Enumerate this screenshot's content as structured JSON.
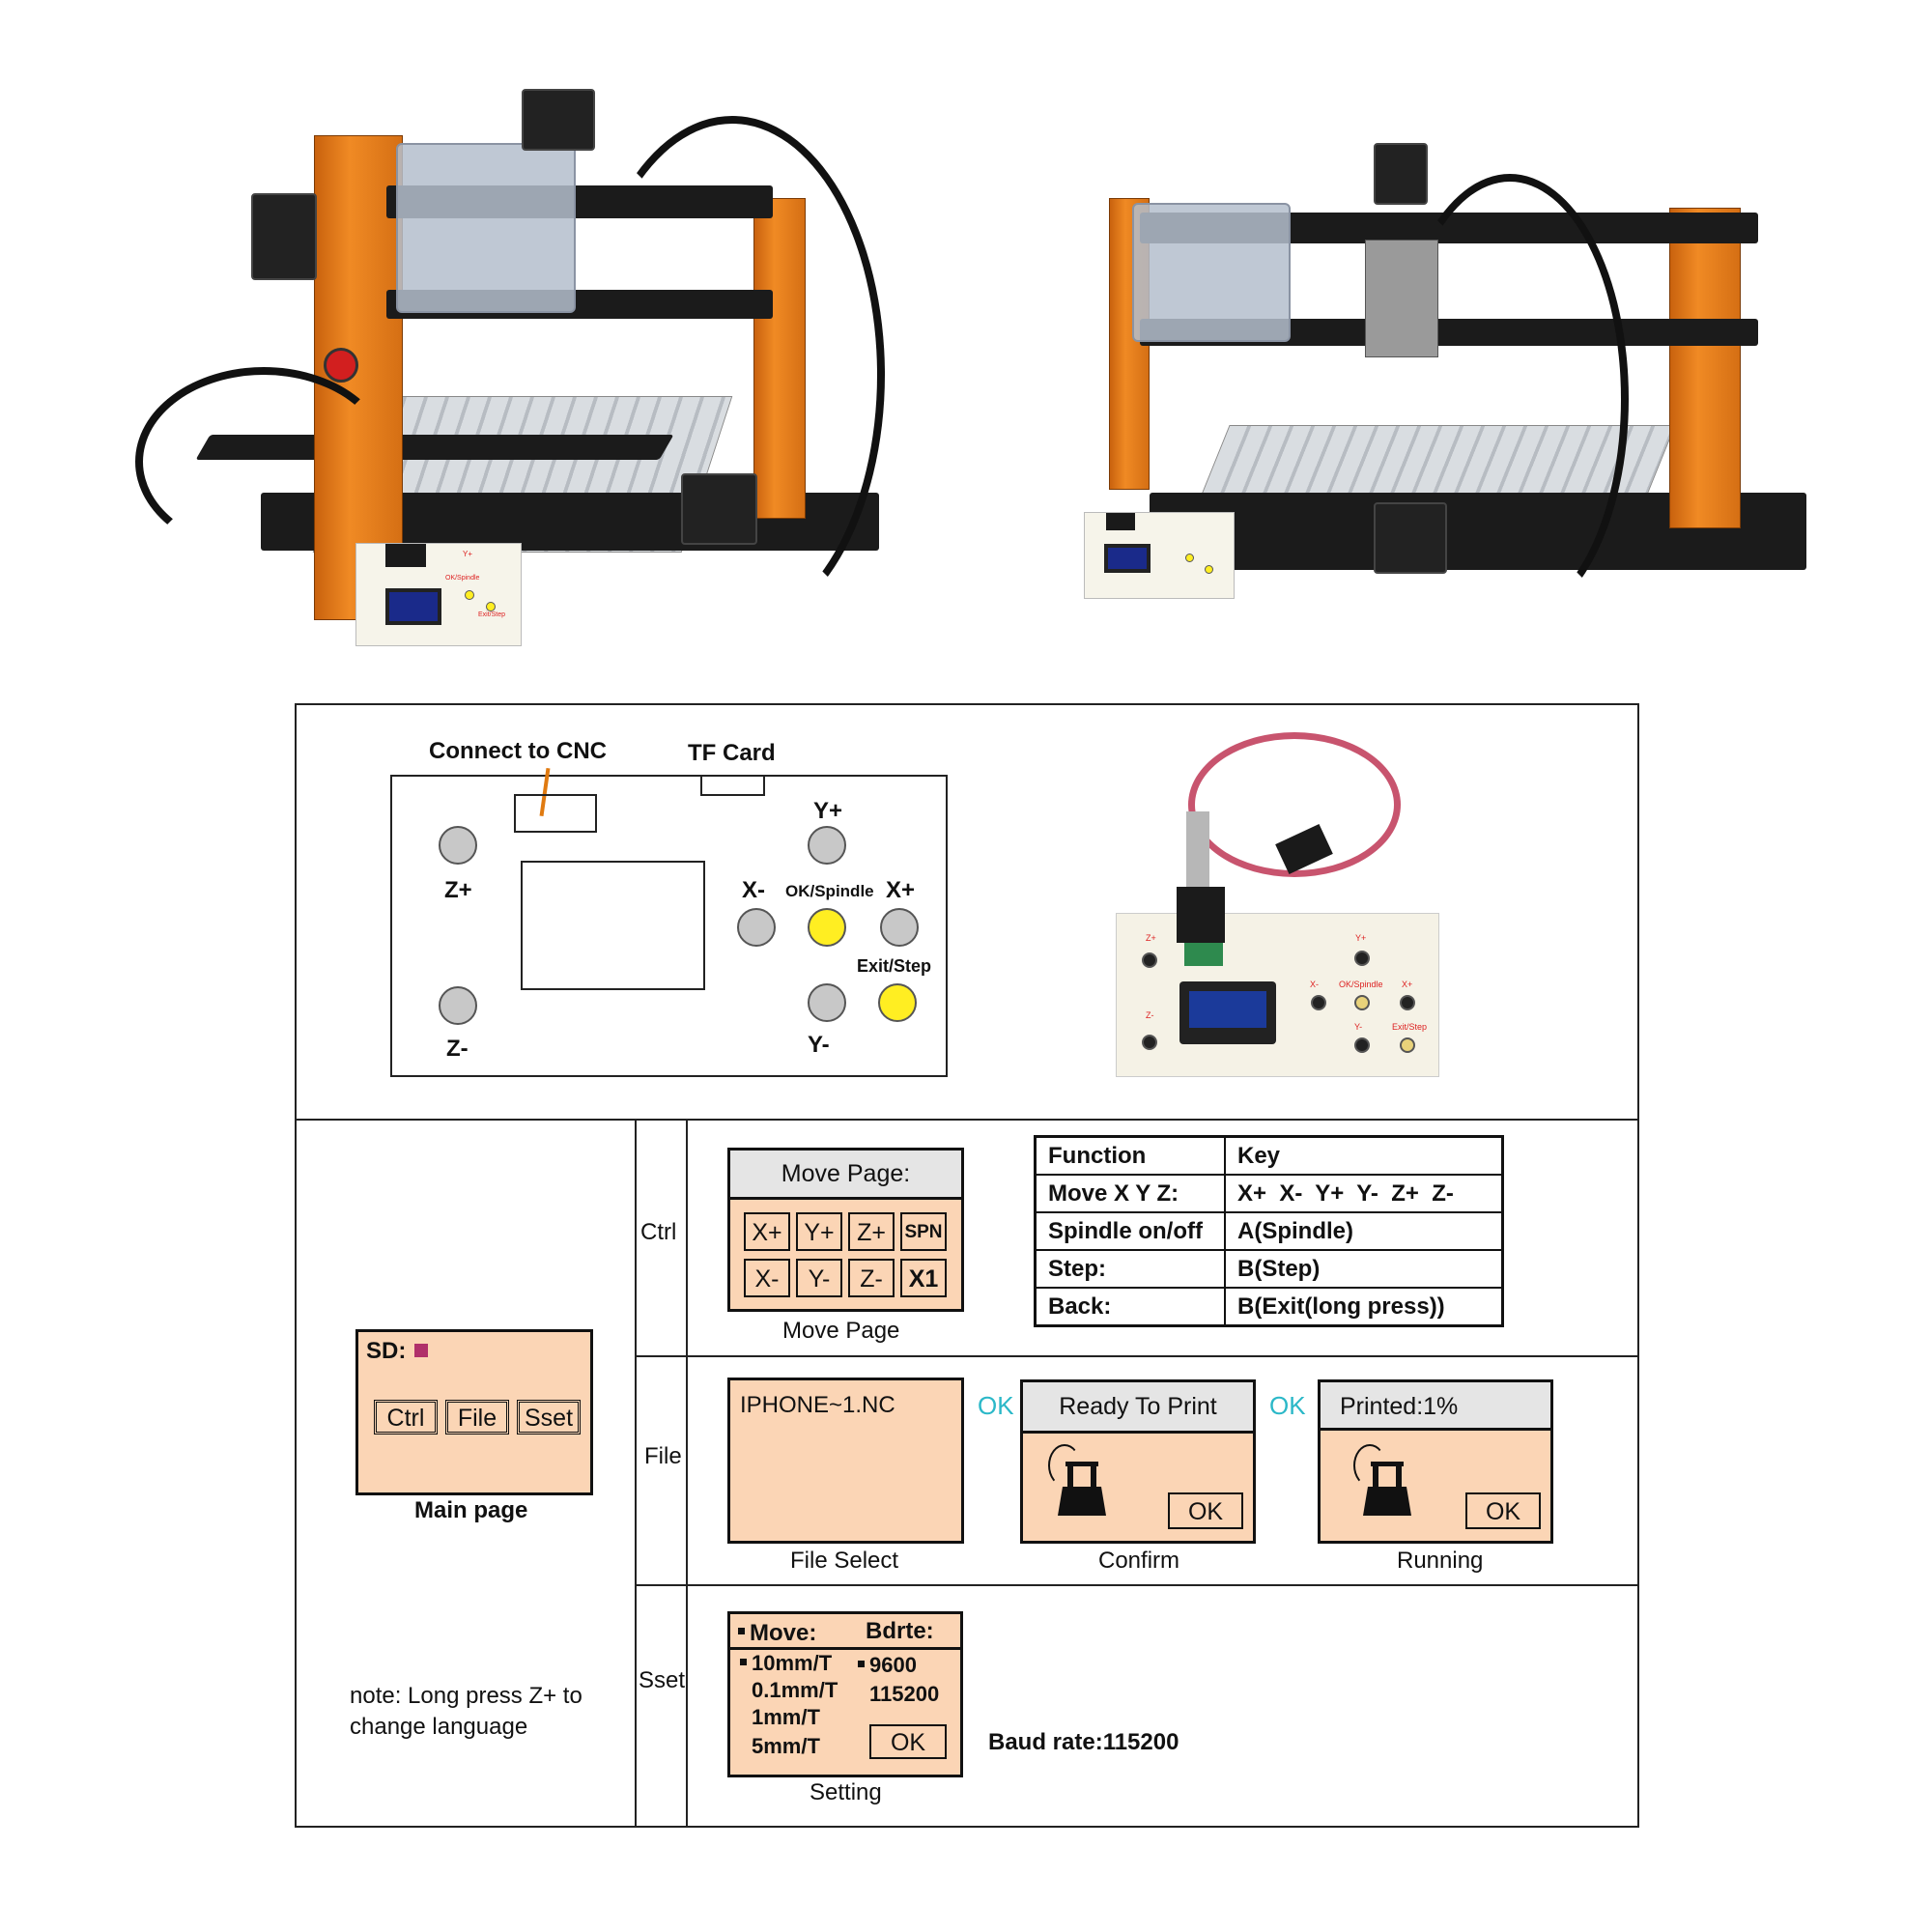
{
  "diagram": {
    "connect_label": "Connect to CNC",
    "tf_label": "TF Card",
    "buttons": {
      "z_plus": "Z+",
      "z_minus": "Z-",
      "y_plus": "Y+",
      "y_minus": "Y-",
      "x_minus": "X-",
      "x_plus": "X+",
      "ok_spindle": "OK/Spindle",
      "exit_step": "Exit/Step"
    }
  },
  "photo_pendant": {
    "z_plus": "Z+",
    "z_minus": "Z-",
    "y_plus": "Y+",
    "y_minus": "Y-",
    "x_minus": "X-",
    "x_plus": "X+",
    "ok_spindle": "OK/Spindle",
    "exit_step": "Exit/Step"
  },
  "main_page": {
    "sd_label": "SD:",
    "buttons": [
      "Ctrl",
      "File",
      "Sset"
    ],
    "caption": "Main page",
    "note_line1": "note: Long press Z+ to",
    "note_line2": "change language"
  },
  "rows": {
    "ctrl": "Ctrl",
    "file": "File",
    "sset": "Sset"
  },
  "move_page": {
    "title": "Move Page:",
    "keys_row1": [
      "X+",
      "Y+",
      "Z+",
      "SPN"
    ],
    "keys_row2": [
      "X-",
      "Y-",
      "Z-",
      "X1"
    ],
    "caption": "Move Page"
  },
  "function_table": {
    "headers": [
      "Function",
      "Key"
    ],
    "rows": [
      [
        "Move X Y Z:",
        "X+  X-  Y+  Y-  Z+  Z-"
      ],
      [
        "Spindle on/off",
        "A(Spindle)"
      ],
      [
        "Step:",
        "B(Step)"
      ],
      [
        "Back:",
        "B(Exit(long press))"
      ]
    ]
  },
  "file_flow": {
    "file_name": "IPHONE~1.NC",
    "file_caption": "File Select",
    "ok1": "OK",
    "confirm_title": "Ready To Print",
    "confirm_ok": "OK",
    "confirm_caption": "Confirm",
    "ok2": "OK",
    "running_title": "Printed:1%",
    "running_ok": "OK",
    "running_caption": "Running"
  },
  "setting": {
    "move_label": "Move:",
    "bdrte_label": "Bdrte:",
    "steps": [
      "10mm/T",
      "0.1mm/T",
      "1mm/T",
      "5mm/T"
    ],
    "bauds": [
      "9600",
      "115200"
    ],
    "ok": "OK",
    "caption": "Setting",
    "baud_note": "Baud rate:115200"
  },
  "colors": {
    "panel_fill": "#fbd5b5",
    "ok_button": "#ffee22",
    "ok_text": "#2bb8c8",
    "frame_orange": "#f08a24"
  }
}
